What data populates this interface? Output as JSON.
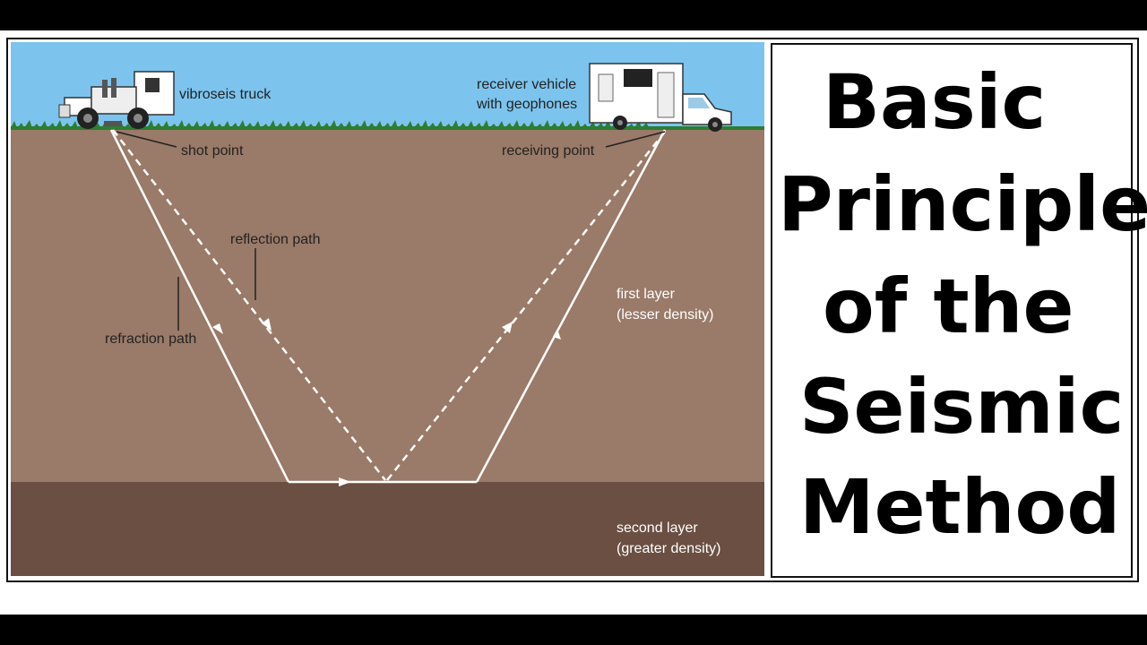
{
  "title": {
    "lines": [
      "Basic",
      "Principle",
      "of the",
      "Seismic",
      "Method"
    ]
  },
  "diagram": {
    "labels": {
      "vibroseis_truck": "vibroseis truck",
      "receiver_vehicle_line1": "receiver vehicle",
      "receiver_vehicle_line2": "with geophones",
      "shot_point": "shot point",
      "receiving_point": "receiving point",
      "reflection_path": "reflection path",
      "refraction_path": "refraction path",
      "first_layer_line1": "first layer",
      "first_layer_line2": "(lesser density)",
      "second_layer_line1": "second layer",
      "second_layer_line2": "(greater density)"
    },
    "colors": {
      "sky": "#7cc4ee",
      "first_layer": "#9a7a68",
      "second_layer": "#6b4f42",
      "grass": "#2e7d32",
      "ray": "#ffffff",
      "label": "#222222",
      "layer_label": "#ffffff"
    }
  }
}
